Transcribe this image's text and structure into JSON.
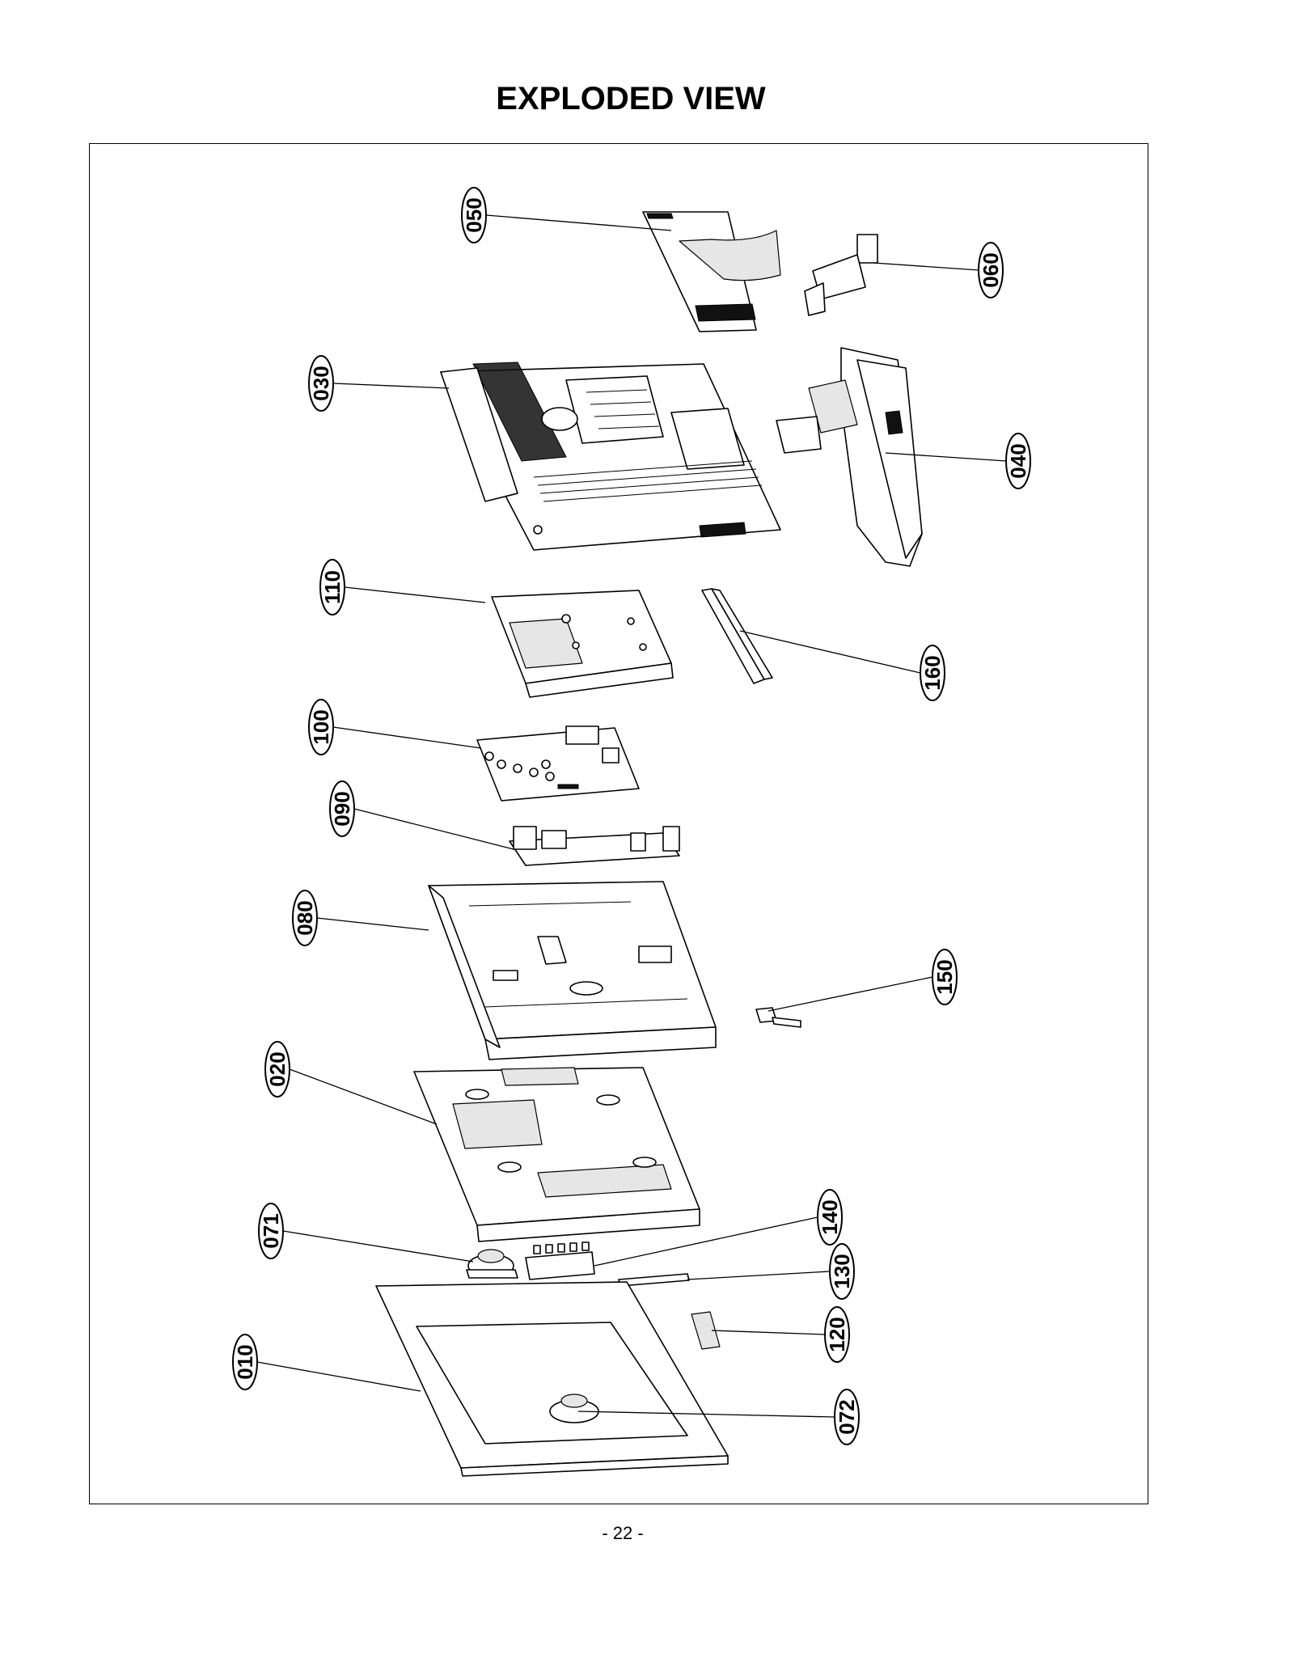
{
  "page": {
    "title": "EXPLODED VIEW",
    "page_number": "- 22 -"
  },
  "parts": [
    {
      "key": "p050",
      "label": "050"
    },
    {
      "key": "p060",
      "label": "060"
    },
    {
      "key": "p030",
      "label": "030"
    },
    {
      "key": "p040",
      "label": "040"
    },
    {
      "key": "p110",
      "label": "110"
    },
    {
      "key": "p160",
      "label": "160"
    },
    {
      "key": "p100",
      "label": "100"
    },
    {
      "key": "p090",
      "label": "090"
    },
    {
      "key": "p080",
      "label": "080"
    },
    {
      "key": "p150",
      "label": "150"
    },
    {
      "key": "p020",
      "label": "020"
    },
    {
      "key": "p071",
      "label": "071"
    },
    {
      "key": "p140",
      "label": "140"
    },
    {
      "key": "p130",
      "label": "130"
    },
    {
      "key": "p120",
      "label": "120"
    },
    {
      "key": "p010",
      "label": "010"
    },
    {
      "key": "p072",
      "label": "072"
    }
  ]
}
